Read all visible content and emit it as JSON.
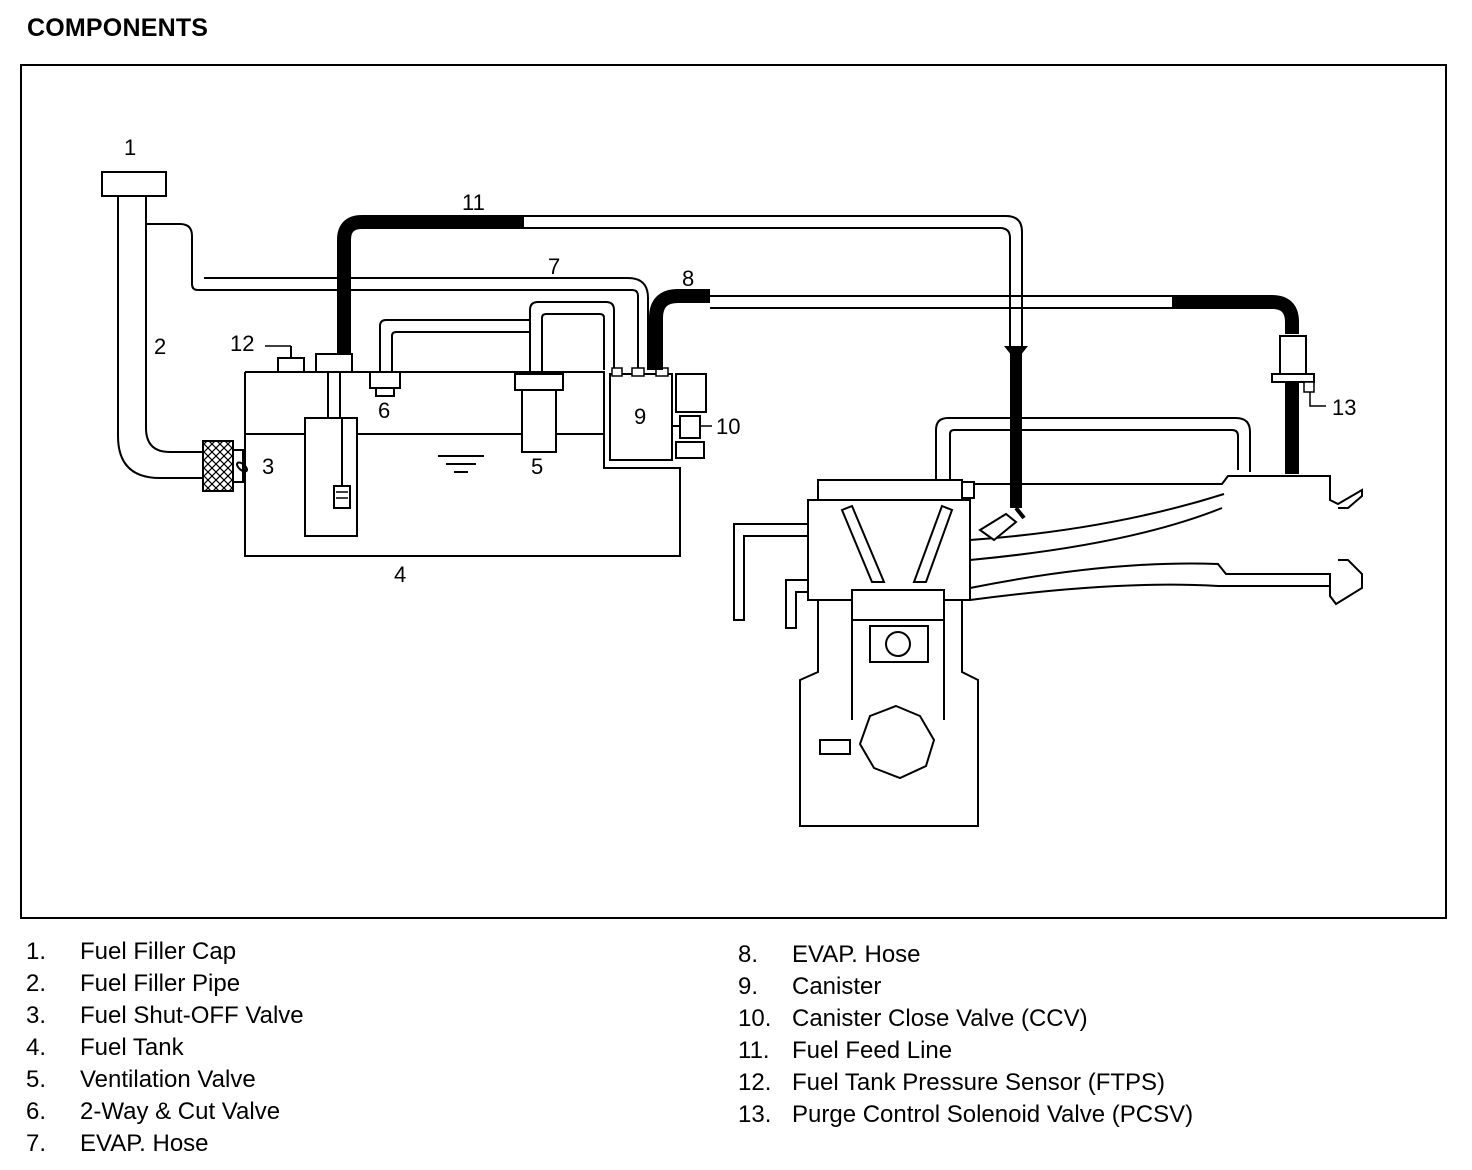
{
  "title": "COMPONENTS",
  "callouts": [
    "1",
    "2",
    "3",
    "4",
    "5",
    "6",
    "7",
    "8",
    "9",
    "10",
    "11",
    "12",
    "13"
  ],
  "legend_left": [
    {
      "num": "1.",
      "label": "Fuel Filler Cap"
    },
    {
      "num": "2.",
      "label": "Fuel Filler Pipe"
    },
    {
      "num": "3.",
      "label": "Fuel Shut-OFF Valve"
    },
    {
      "num": "4.",
      "label": "Fuel Tank"
    },
    {
      "num": "5.",
      "label": "Ventilation Valve"
    },
    {
      "num": "6.",
      "label": "2-Way & Cut Valve"
    },
    {
      "num": "7.",
      "label": "EVAP. Hose"
    }
  ],
  "legend_right": [
    {
      "num": "8.",
      "label": "EVAP. Hose"
    },
    {
      "num": "9.",
      "label": "Canister"
    },
    {
      "num": "10.",
      "label": "Canister Close Valve (CCV)"
    },
    {
      "num": "11.",
      "label": "Fuel Feed Line"
    },
    {
      "num": "12.",
      "label": "Fuel Tank Pressure Sensor (FTPS)"
    },
    {
      "num": "13.",
      "label": "Purge Control Solenoid Valve (PCSV)"
    }
  ]
}
